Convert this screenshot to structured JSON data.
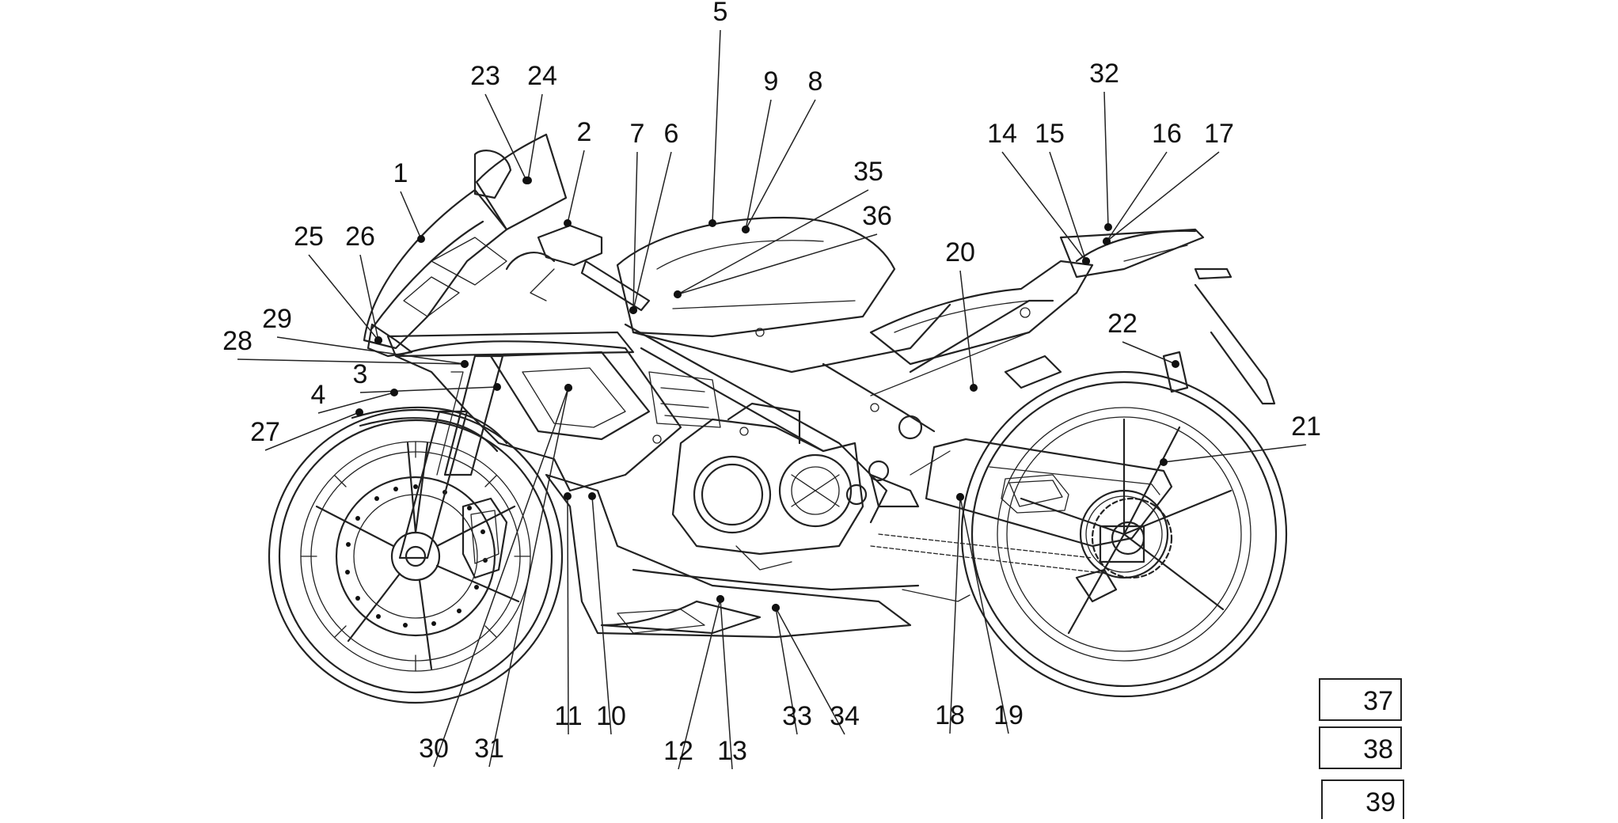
{
  "callouts": [
    "1",
    "2",
    "3",
    "4",
    "5",
    "6",
    "7",
    "8",
    "9",
    "10",
    "11",
    "12",
    "13",
    "14",
    "15",
    "16",
    "17",
    "18",
    "19",
    "20",
    "21",
    "22",
    "23",
    "24",
    "25",
    "26",
    "27",
    "28",
    "29",
    "30",
    "31",
    "32",
    "33",
    "34",
    "35",
    "36"
  ],
  "boxes": [
    "37",
    "38",
    "39"
  ]
}
